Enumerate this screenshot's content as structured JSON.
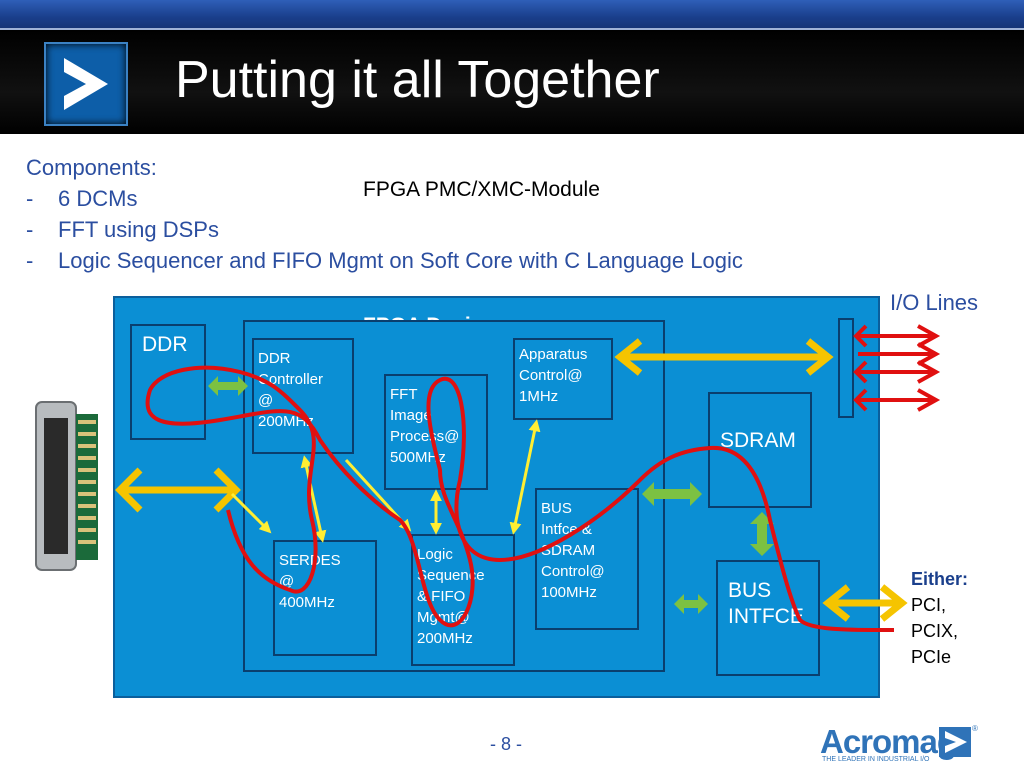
{
  "header": {
    "title": "Putting it all Together"
  },
  "components": {
    "heading": "Components:",
    "items": [
      "6 DCMs",
      "FFT using DSPs",
      "Logic Sequencer and FIFO Mgmt on Soft Core with C Language Logic"
    ],
    "bullet": "-"
  },
  "diagram": {
    "module_label": "FPGA PMC/XMC-Module",
    "device_label": "FPGA Device",
    "io_label": "I/O Lines",
    "blocks": {
      "ddr": "DDR",
      "ddr_controller": "DDR\nController\n@\n200MHz",
      "fft": "FFT\nImage\nProcess@\n500MHz",
      "apparatus": "Apparatus\nControl@\n1MHz",
      "sdram": "SDRAM",
      "serdes": "SERDES\n@\n400MHz",
      "logic": "Logic\nSequence\n& FIFO\nMgmt@\n200MHz",
      "bus_sdram": "BUS\nIntfce &\nSDRAM\nControl@\n100MHz",
      "bus_intfce": "BUS\nINTFCE"
    },
    "either": {
      "heading": "Either:",
      "options": [
        "PCI,",
        "PCIX,",
        "PCIe"
      ]
    },
    "colors": {
      "fpga": "#0b8fd4",
      "arrow_yellow": "#f5c400",
      "arrow_green": "#7cc142",
      "trace_red": "#e01010",
      "io_red": "#e01010"
    }
  },
  "footer": {
    "page": "- 8 -",
    "brand": "Acromag",
    "tagline": "THE LEADER IN INDUSTRIAL I/O",
    "reg": "®"
  },
  "icons": [
    "play-logo-icon",
    "acromag-logo-icon",
    "connector-icon"
  ]
}
